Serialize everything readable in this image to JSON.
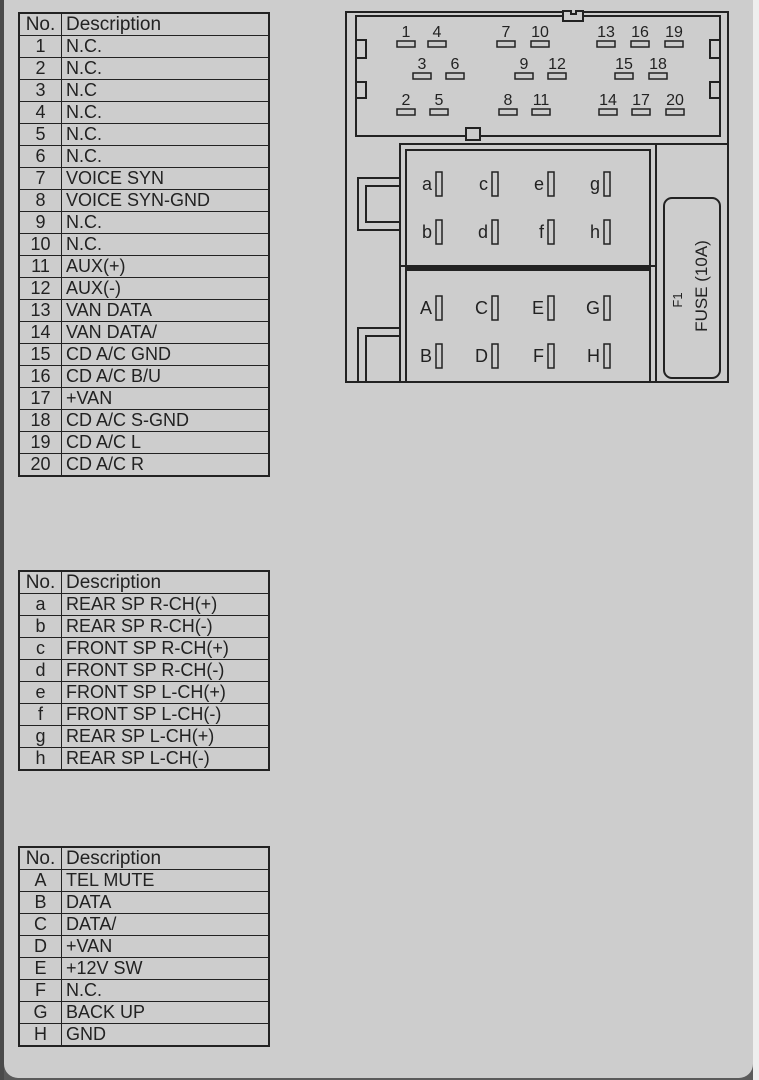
{
  "table1": {
    "header": {
      "no": "No.",
      "description": "Description"
    },
    "rows": [
      {
        "no": "1",
        "description": "N.C."
      },
      {
        "no": "2",
        "description": "N.C."
      },
      {
        "no": "3",
        "description": "N.C"
      },
      {
        "no": "4",
        "description": "N.C."
      },
      {
        "no": "5",
        "description": "N.C."
      },
      {
        "no": "6",
        "description": "N.C."
      },
      {
        "no": "7",
        "description": "VOICE SYN"
      },
      {
        "no": "8",
        "description": "VOICE SYN-GND"
      },
      {
        "no": "9",
        "description": "N.C."
      },
      {
        "no": "10",
        "description": "N.C."
      },
      {
        "no": "11",
        "description": "AUX(+)"
      },
      {
        "no": "12",
        "description": "AUX(-)"
      },
      {
        "no": "13",
        "description": "VAN DATA"
      },
      {
        "no": "14",
        "description": "VAN DATA/"
      },
      {
        "no": "15",
        "description": "CD A/C GND"
      },
      {
        "no": "16",
        "description": "CD A/C B/U"
      },
      {
        "no": "17",
        "description": "+VAN"
      },
      {
        "no": "18",
        "description": "CD A/C S-GND"
      },
      {
        "no": "19",
        "description": "CD A/C L"
      },
      {
        "no": "20",
        "description": "CD A/C R"
      }
    ]
  },
  "table2": {
    "header": {
      "no": "No.",
      "description": "Description"
    },
    "rows": [
      {
        "no": "a",
        "description": "REAR SP R-CH(+)"
      },
      {
        "no": "b",
        "description": "REAR SP R-CH(-)"
      },
      {
        "no": "c",
        "description": "FRONT SP R-CH(+)"
      },
      {
        "no": "d",
        "description": "FRONT SP R-CH(-)"
      },
      {
        "no": "e",
        "description": "FRONT SP L-CH(+)"
      },
      {
        "no": "f",
        "description": "FRONT SP L-CH(-)"
      },
      {
        "no": "g",
        "description": "REAR SP L-CH(+)"
      },
      {
        "no": "h",
        "description": "REAR SP L-CH(-)"
      }
    ]
  },
  "table3": {
    "header": {
      "no": "No.",
      "description": "Description"
    },
    "rows": [
      {
        "no": "A",
        "description": "TEL MUTE"
      },
      {
        "no": "B",
        "description": "DATA"
      },
      {
        "no": "C",
        "description": "DATA/"
      },
      {
        "no": "D",
        "description": "+VAN"
      },
      {
        "no": "E",
        "description": "+12V SW"
      },
      {
        "no": "F",
        "description": "N.C."
      },
      {
        "no": "G",
        "description": "BACK UP"
      },
      {
        "no": "H",
        "description": "GND"
      }
    ]
  },
  "connector": {
    "pins_row1": [
      "1",
      "4",
      "7",
      "10",
      "13",
      "16",
      "19"
    ],
    "pins_row2": [
      "3",
      "6",
      "9",
      "12",
      "15",
      "18"
    ],
    "pins_row3": [
      "2",
      "5",
      "8",
      "11",
      "14",
      "17",
      "20"
    ],
    "speaker_top": [
      "a",
      "c",
      "e",
      "g"
    ],
    "speaker_bottom": [
      "b",
      "d",
      "f",
      "h"
    ],
    "power_top": [
      "A",
      "C",
      "E",
      "G"
    ],
    "power_bottom": [
      "B",
      "D",
      "F",
      "H"
    ],
    "fuse_id": "F1",
    "fuse_label": "FUSE (10A)"
  }
}
